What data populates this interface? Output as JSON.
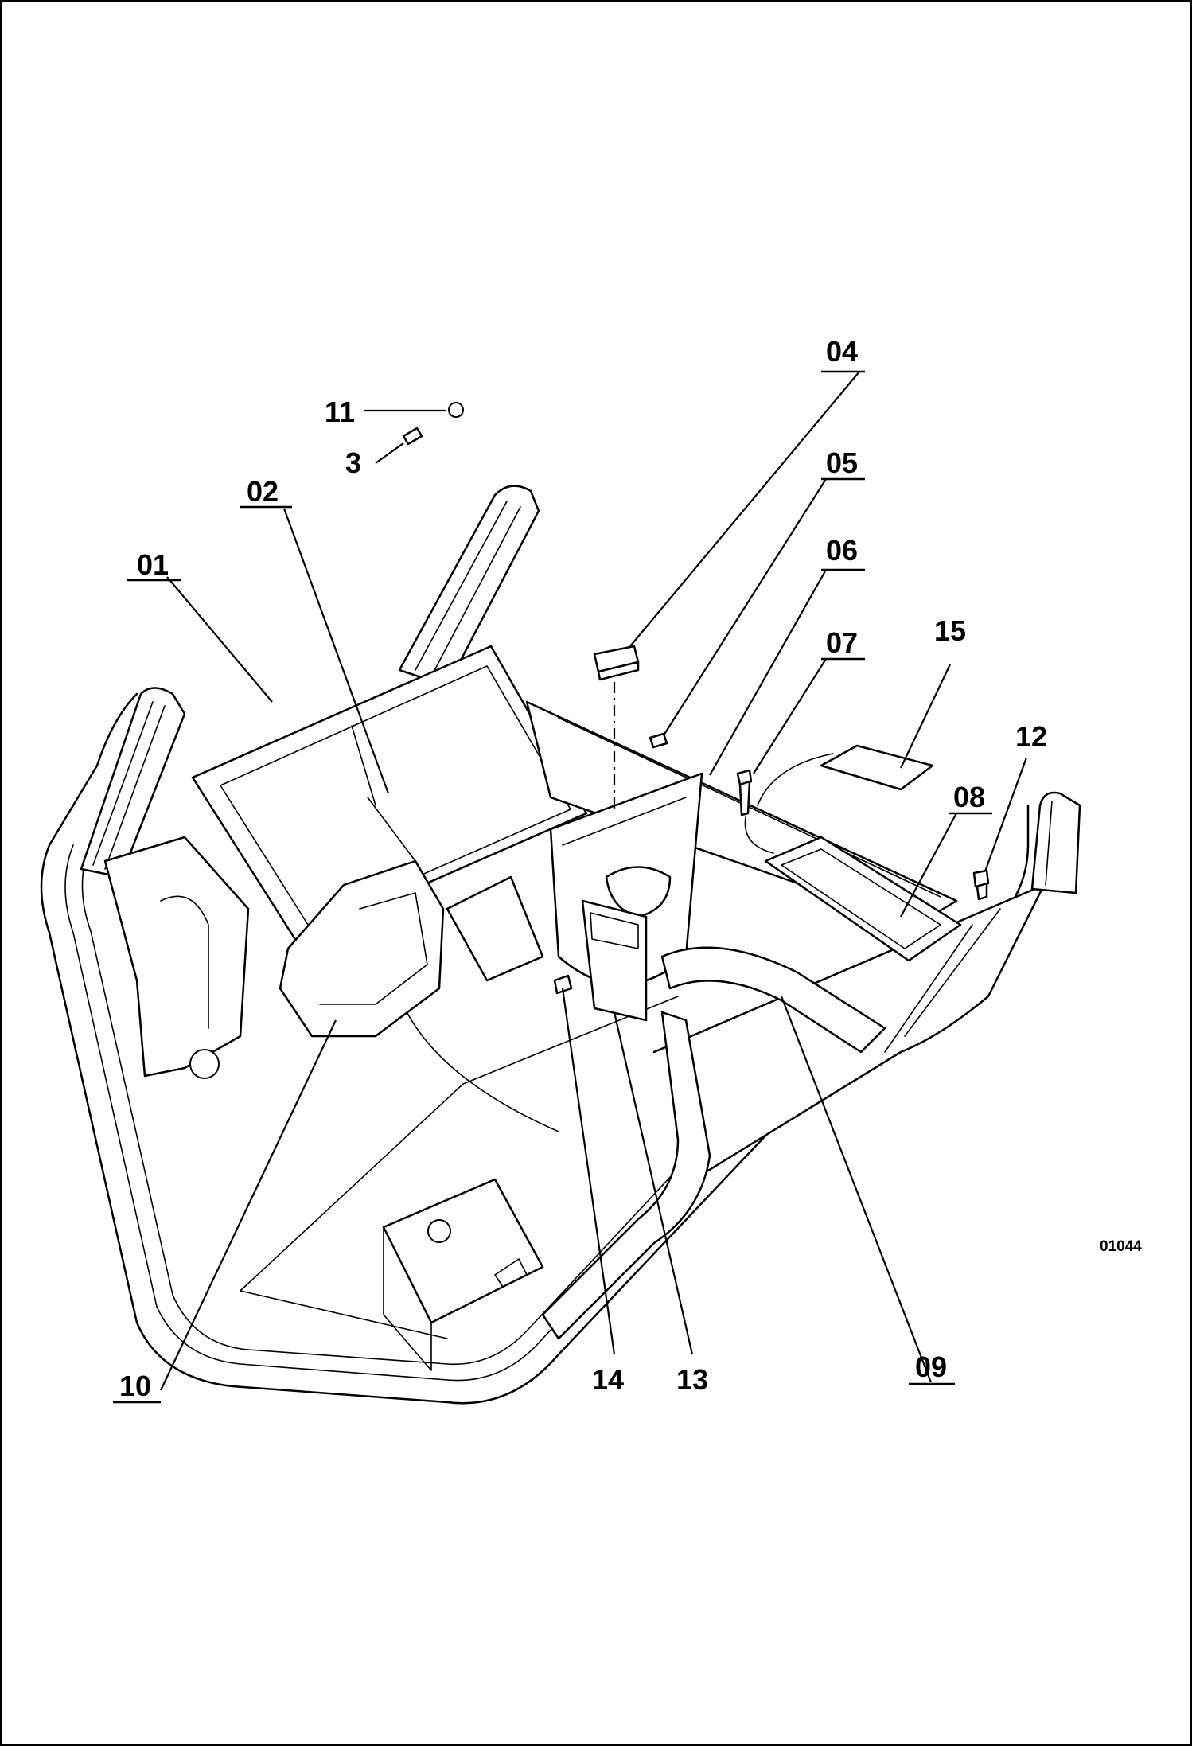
{
  "drawing_number": "01044",
  "callouts": {
    "c01": "01",
    "c02": "02",
    "c03": "3",
    "c04": "04",
    "c05": "05",
    "c06": "06",
    "c07": "07",
    "c08": "08",
    "c09": "09",
    "c10": "10",
    "c11": "11",
    "c12": "12",
    "c13": "13",
    "c14": "14",
    "c15": "15"
  }
}
